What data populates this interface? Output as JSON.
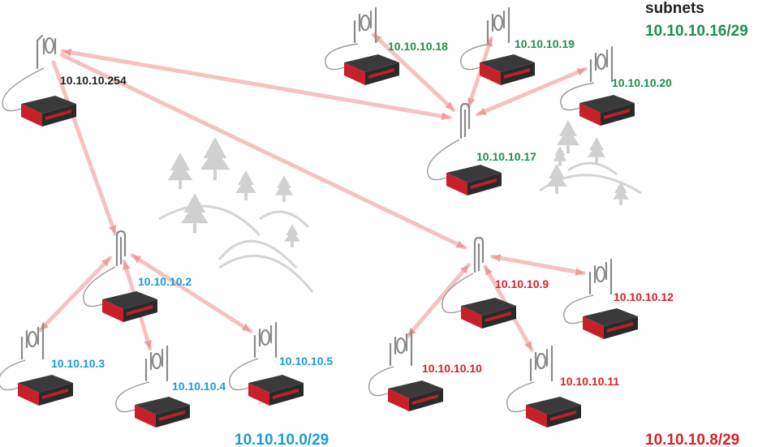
{
  "colors": {
    "link": "#f4b8b8",
    "link_arrow": "#ef9a9a",
    "tree": "#d0d0d0",
    "hill": "#d4d4d4",
    "device_body": "#2a2a2a",
    "device_accent": "#c8202a",
    "antenna": "#8a8a8a",
    "text_dark": "#222222",
    "text_green": "#1e8f4e",
    "text_blue": "#1a9bd7",
    "text_red": "#d8202a"
  },
  "subnets": {
    "heading": "subnets",
    "green": "10.10.10.16/29",
    "blue": "10.10.10.0/29",
    "red": "10.10.10.8/29"
  },
  "nodes": {
    "gateway": {
      "ip": "10.10.10.254",
      "antenna": "sector"
    },
    "green_ap": {
      "ip": "10.10.10.17",
      "antenna": "omni"
    },
    "green_c1": {
      "ip": "10.10.10.18",
      "antenna": "yagi"
    },
    "green_c2": {
      "ip": "10.10.10.19",
      "antenna": "yagi"
    },
    "green_c3": {
      "ip": "10.10.10.20",
      "antenna": "yagi"
    },
    "blue_ap": {
      "ip": "10.10.10.2",
      "antenna": "omni"
    },
    "blue_c1": {
      "ip": "10.10.10.3",
      "antenna": "yagi"
    },
    "blue_c2": {
      "ip": "10.10.10.4",
      "antenna": "yagi"
    },
    "blue_c3": {
      "ip": "10.10.10.5",
      "antenna": "yagi"
    },
    "red_ap": {
      "ip": "10.10.10.9",
      "antenna": "omni"
    },
    "red_c1": {
      "ip": "10.10.10.10",
      "antenna": "yagi"
    },
    "red_c2": {
      "ip": "10.10.10.11",
      "antenna": "yagi"
    },
    "red_c3": {
      "ip": "10.10.10.12",
      "antenna": "yagi"
    }
  },
  "links": [
    {
      "from": "gateway",
      "to": "green_ap",
      "direction": "both"
    },
    {
      "from": "gateway",
      "to": "blue_ap",
      "direction": "to"
    },
    {
      "from": "gateway",
      "to": "red_ap",
      "direction": "to"
    },
    {
      "from": "green_ap",
      "to": "green_c1",
      "direction": "both"
    },
    {
      "from": "green_ap",
      "to": "green_c2",
      "direction": "both"
    },
    {
      "from": "green_ap",
      "to": "green_c3",
      "direction": "both"
    },
    {
      "from": "blue_ap",
      "to": "blue_c1",
      "direction": "both"
    },
    {
      "from": "blue_ap",
      "to": "blue_c2",
      "direction": "both"
    },
    {
      "from": "blue_ap",
      "to": "blue_c3",
      "direction": "both"
    },
    {
      "from": "red_ap",
      "to": "red_c1",
      "direction": "both"
    },
    {
      "from": "red_ap",
      "to": "red_c2",
      "direction": "both"
    },
    {
      "from": "red_ap",
      "to": "red_c3",
      "direction": "both"
    }
  ]
}
